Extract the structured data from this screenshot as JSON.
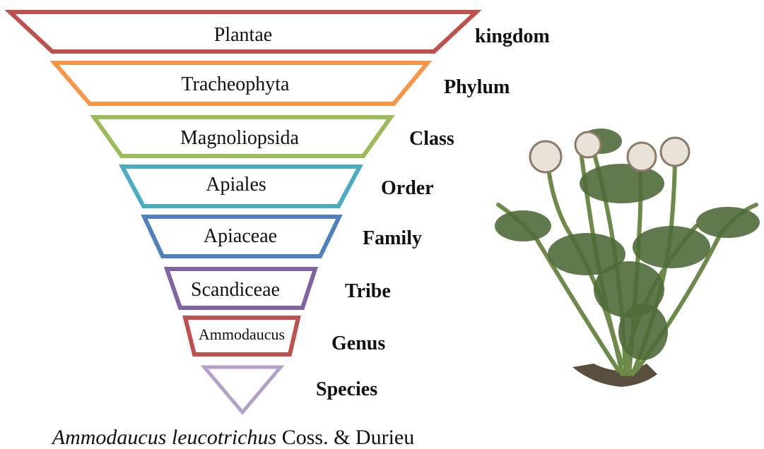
{
  "tiers": [
    {
      "label": "Plantae",
      "rank": "kingdom",
      "color": "#c0504d"
    },
    {
      "label": "Tracheophyta",
      "rank": "Phylum",
      "color": "#f79646"
    },
    {
      "label": "Magnoliopsida",
      "rank": "Class",
      "color": "#9bbb59"
    },
    {
      "label": "Apiales",
      "rank": "Order",
      "color": "#4bacc6"
    },
    {
      "label": "Apiaceae",
      "rank": "Family",
      "color": "#4f81bd"
    },
    {
      "label": "Scandiceae",
      "rank": "Tribe",
      "color": "#8064a2"
    },
    {
      "label": "Ammodaucus",
      "rank": "Genus",
      "color": "#c0504d"
    }
  ],
  "species_tier": {
    "rank": "Species",
    "color": "#b3a2c7"
  },
  "caption": {
    "italic": "Ammodaucus leucotrichus",
    "regular": " Coss. & Durieu"
  },
  "plant_image": {
    "icon": "plant-illustration",
    "colors": {
      "foliage": "#4f6b3a",
      "stem": "#6e8a4a",
      "flower": "#e8e2d8"
    }
  }
}
